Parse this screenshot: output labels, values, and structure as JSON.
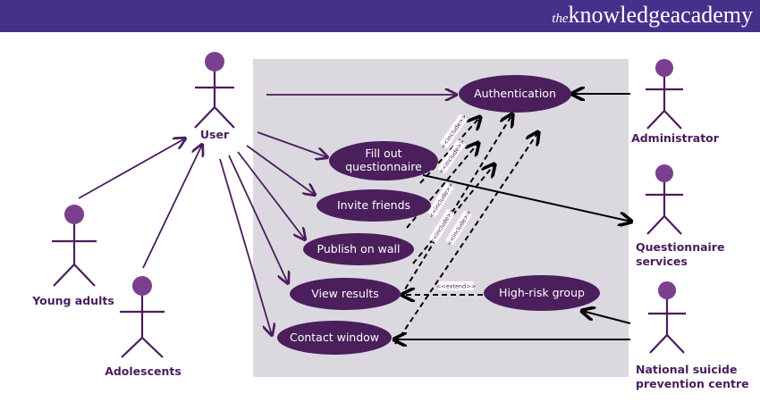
{
  "brand": {
    "prefix": "the",
    "name": "knowledgeacademy"
  },
  "actors": {
    "user": "User",
    "young_adults": "Young adults",
    "adolescents": "Adolescents",
    "administrator": "Administrator",
    "questionnaire_services_1": "Questionnaire",
    "questionnaire_services_2": "services",
    "nspc_1": "National suicide",
    "nspc_2": "prevention centre"
  },
  "use_cases": {
    "authentication": "Authentication",
    "fill_out_1": "Fill out",
    "fill_out_2": "questionnaire",
    "invite_friends": "Invite friends",
    "publish": "Publish on wall",
    "view_results": "View results",
    "contact_window": "Contact window",
    "high_risk": "High-risk group"
  },
  "relations": {
    "include": "<<include>>",
    "extend": "<<extend>>"
  },
  "colors": {
    "header": "#45318a",
    "use_case": "#4a1f5c",
    "system_box": "#dcd8e0"
  }
}
